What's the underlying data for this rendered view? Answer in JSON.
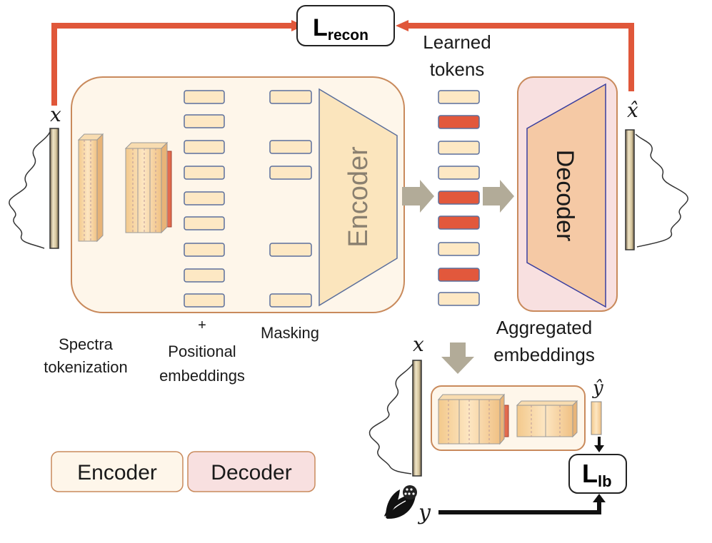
{
  "labels": {
    "l_recon_main": "L",
    "l_recon_sub": "recon",
    "learned_tokens_line1": "Learned",
    "learned_tokens_line2": "tokens",
    "encoder_block": "Encoder",
    "decoder_block": "Decoder",
    "x_input": "x",
    "x_hat": "x̂",
    "x_lower": "x",
    "y_hat": "ŷ",
    "y": "y",
    "spectra_tokenization_line1": "Spectra",
    "spectra_tokenization_line2": "tokenization",
    "plus_sign": "+",
    "positional_line1": "Positional",
    "positional_line2": "embeddings",
    "masking": "Masking",
    "aggregated_line1": "Aggregated",
    "aggregated_line2": "embeddings",
    "l_lb_main": "L",
    "l_lb_sub": "lb"
  },
  "legend": {
    "encoder": "Encoder",
    "decoder": "Decoder"
  },
  "colors": {
    "loss_arrow": "#e0573a",
    "process_arrow": "#b2ab98",
    "encoder_bg": "#fef6ea",
    "encoder_border": "#c98a5c",
    "decoder_bg": "#f8e0e0",
    "token_fill": "#fde8c4",
    "token_stroke": "#5b6f9c",
    "token_masked": "#e2583c",
    "trapezoid_enc": "#fbe5bd",
    "trapezoid_dec": "#f5c9a5"
  },
  "learned_tokens_masked": [
    false,
    true,
    false,
    false,
    true,
    true,
    false,
    true,
    false
  ],
  "icons": {
    "signal": "spectrum-waveform-icon",
    "leaf": "leaf-seed-icon"
  }
}
